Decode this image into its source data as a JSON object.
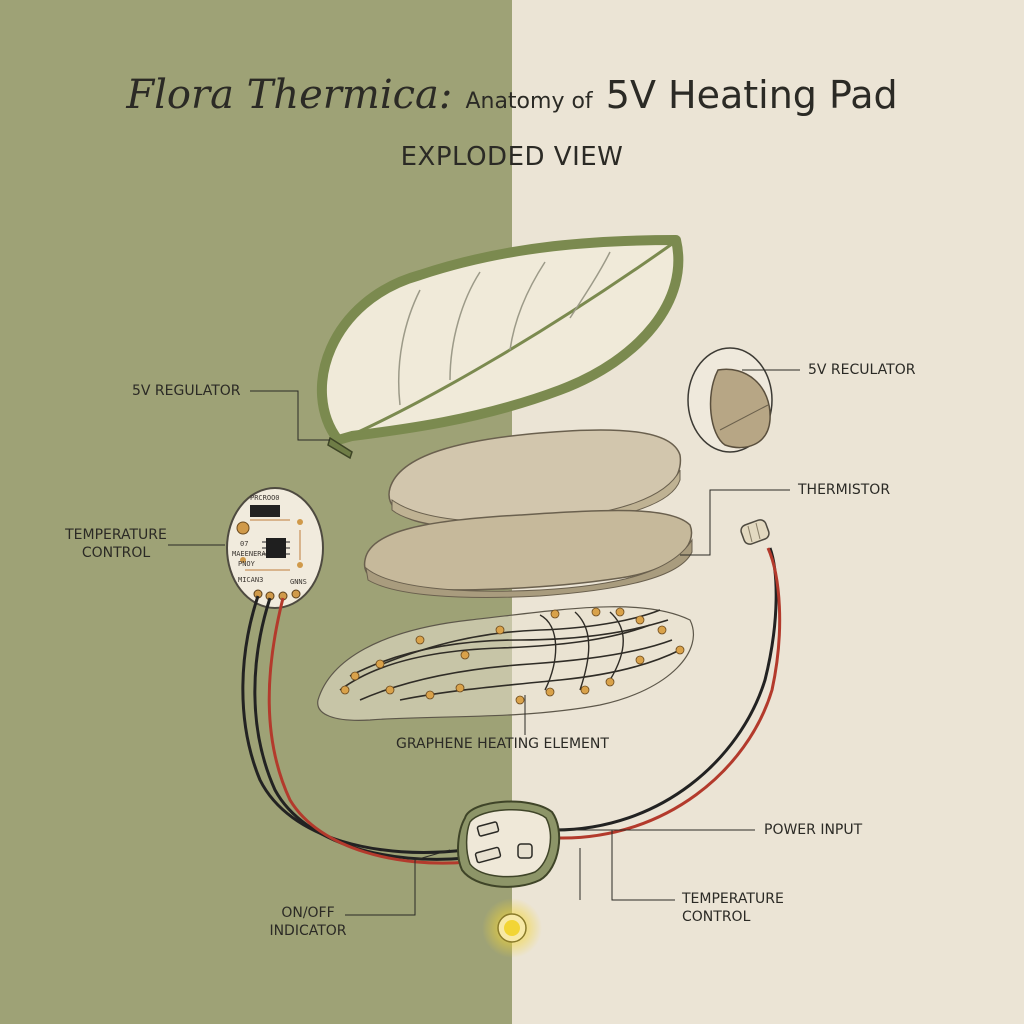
{
  "colors": {
    "left_background": "#9ea276",
    "right_background": "#ebe4d5",
    "leaf_outline": "#7b8a4f",
    "pad": "#c9bba0",
    "wire_red": "#b33a2c",
    "wire_black": "#222222",
    "indicator": "#f2d535"
  },
  "title": {
    "part1": "Flora Thermica:",
    "part2": "Anatomy of",
    "part3": "5V Heating Pad"
  },
  "subtitle": "EXPLODED VIEW",
  "labels": {
    "regulator_left": "5V REGULATOR",
    "regulator_right": "5V RECULATOR",
    "thermistor": "THERMISTOR",
    "temperature_control_left": "TEMPERATURE\nCONTROL",
    "graphene": "GRAPHENE HEATING ELEMENT",
    "power_input": "POWER INPUT",
    "temperature_control_right": "TEMPERATURE\nCONTROL",
    "on_off": "ON/OFF\nINDICATOR"
  },
  "pcb_text": {
    "line1": "PRCROO0",
    "line2": "07",
    "line3": "MAEENERA",
    "line4": "PNOY",
    "line5": "MICAN3",
    "line6": "GNNS"
  },
  "icons": {
    "leaf": "leaf-cover-icon",
    "regulator": "regulator-pod-icon",
    "pcb": "control-board-icon",
    "heater": "graphene-element-icon",
    "plug": "power-plug-icon",
    "thermistor": "thermistor-probe-icon",
    "indicator": "indicator-light-icon"
  }
}
